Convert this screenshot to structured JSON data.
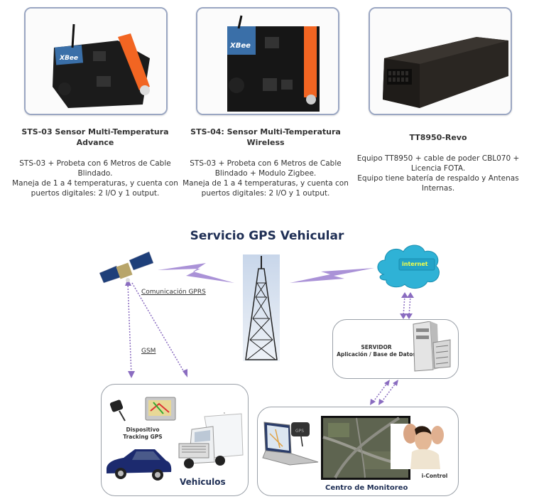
{
  "products": [
    {
      "title_line1": "STS-03 Sensor Multi-Temperatura",
      "title_line2": "Advance",
      "desc_lines": [
        "STS-03 + Probeta con 6 Metros de Cable",
        "Blindado.",
        "Maneja de 1 a 4 temperaturas, y cuenta con",
        "puertos digitales: 2 I/O y 1 output."
      ],
      "image_label": "XBee"
    },
    {
      "title_line1": "STS-04: Sensor Multi-Temperatura",
      "title_line2": "Wireless",
      "desc_lines": [
        "STS-03 + Probeta con 6 Metros de Cable",
        "Blindado + Modulo Zigbee.",
        "Maneja de 1 a 4 temperaturas, y cuenta con",
        "puertos digitales: 2 I/O y 1 output."
      ],
      "image_label": "XBee"
    },
    {
      "title_line1": "TT8950-Revo",
      "desc_lines": [
        "Equipo TT8950 + cable de poder CBL070 +",
        "Licencia FOTA.",
        "Equipo tiene batería de respaldo y Antenas",
        "Internas."
      ]
    }
  ],
  "diagram": {
    "title": "Servicio GPS Vehicular",
    "gprs_label": "Comunicación GPRS",
    "gsm_label": "GSM",
    "internet_label": "internet",
    "server_line1": "SERVIDOR",
    "server_line2": "Aplicación / Base de Datos",
    "device_line1": "Dispositivo",
    "device_line2": "Tracking GPS",
    "vehicles_label": "Vehiculos",
    "monitoring_label": "Centro de Monitoreo",
    "icontrol_label": "i-Control",
    "gps_device_label": "GPS",
    "colors": {
      "title": "#1f2f55",
      "arrow": "#8a6cc0",
      "cloud": "#2fb2d6",
      "card_border": "#9aa6c2"
    }
  }
}
